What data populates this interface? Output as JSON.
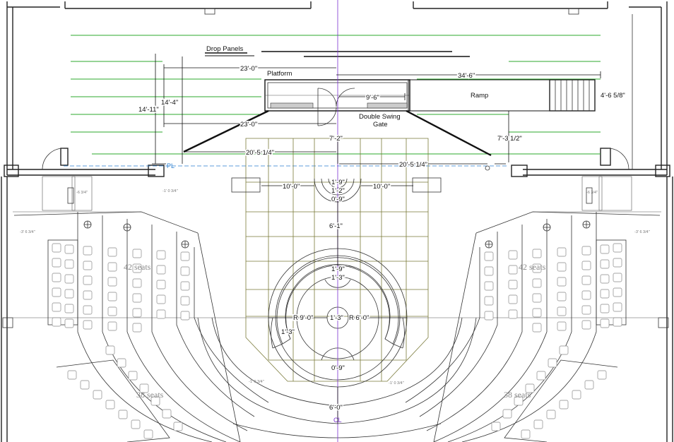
{
  "labels": {
    "drop_panels": "Drop Panels",
    "platform": "Platform",
    "ramp": "Ramp",
    "gate_line1": "Double Swing",
    "gate_line2": "Gate",
    "pl": "PL",
    "cl": "CL",
    "seats_42_left": "42 seats",
    "seats_42_right": "42 seats",
    "seats_38_left": "38 seats",
    "seats_38_right": "38 seats"
  },
  "dimensions": {
    "d_23_0_top": "23'-0\"",
    "d_34_6": "34'-6\"",
    "d_9_6": "9'-6\"",
    "d_4_6_58": "4'-6 5/8\"",
    "d_14_11": "14'-11\"",
    "d_14_4": "14'-4\"",
    "d_23_0_low": "23'-0\"",
    "d_7_3_12": "7'-3 1/2\"",
    "d_7_2": "7'-2\"",
    "d_20_5_14_left": "20'-5 1/4\"",
    "d_20_5_14_right": "20'-5 1/4\"",
    "d_10_0_left": "10'-0\"",
    "d_10_0_right": "10'-0\"",
    "d_1_9_top": "1'-9\"",
    "d_1_2": "1'-2\"",
    "d_0_9_top": "0'-9\"",
    "d_6_1": "6'-1\"",
    "d_1_9_mid": "1'-9\"",
    "d_1_3_mid": "1'-3\"",
    "d_r9": "R 9'-0\"",
    "d_1_3_center": "1'-3\"",
    "d_r6": "R 6'-0\"",
    "d_1_3_left": "1'-3\"",
    "d_0_9_bottom": "0'-9\"",
    "d_6_0": "6'-0\""
  },
  "small_notes": {
    "n1": "-1' 0 3/4\"",
    "n2": "-3' 6 3/4\"",
    "n3": "-3' 6 3/4\"",
    "n4": "-1' 0 3/4\"",
    "n5": "-1' 0 3/4\"",
    "n6": "-6 3/4\"",
    "n7": "-6 3/4\""
  },
  "colors": {
    "wall": "#222222",
    "green_line": "#2ea82e",
    "grid": "#7a7a3a",
    "centerline": "#7a2fd0",
    "plaster_line": "#2a7fd0"
  }
}
